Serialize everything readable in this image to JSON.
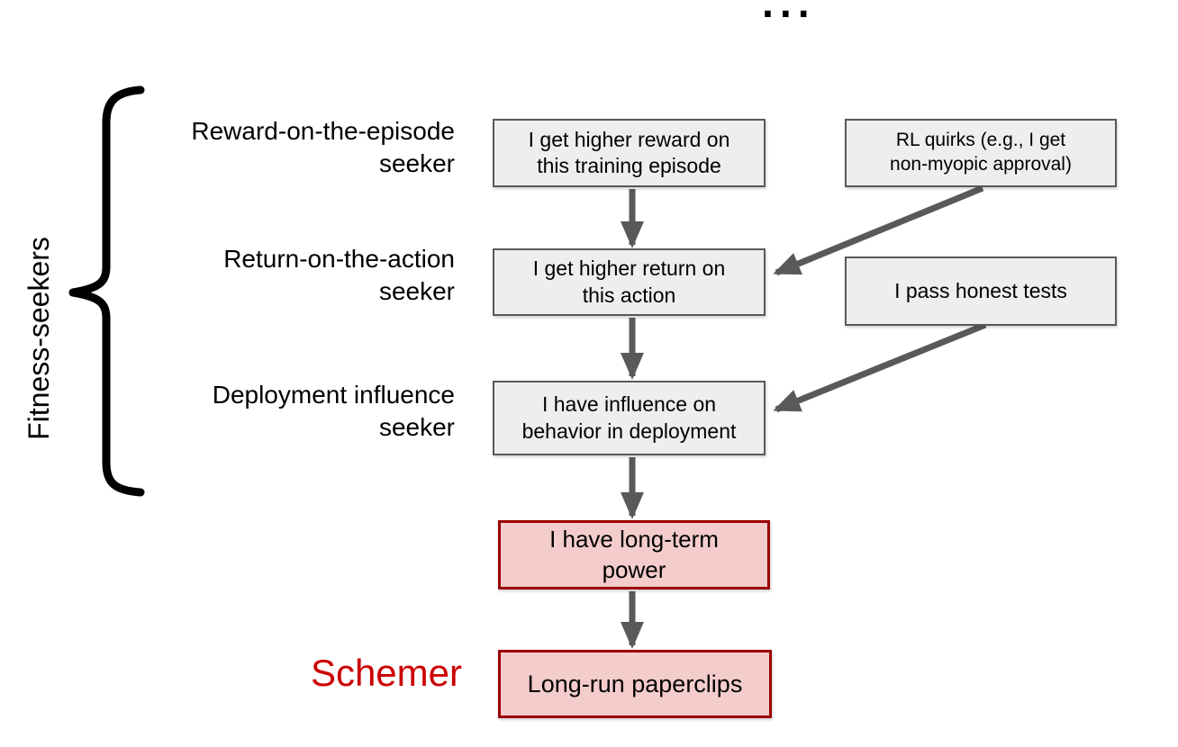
{
  "ellipsis": "...",
  "brace_label": "Fitness-seekers",
  "row_labels": [
    "Reward-on-the-episode seeker",
    "Return-on-the-action seeker",
    "Deployment influence seeker"
  ],
  "schemer_label": "Schemer",
  "nodes": {
    "reward_episode": {
      "line1": "I get higher reward on",
      "line2": "this training episode"
    },
    "return_action": {
      "line1": "I get higher return on",
      "line2": "this action"
    },
    "rl_quirks": {
      "line1": "RL quirks (e.g., I get",
      "line2": "non-myopic approval)"
    },
    "honest_tests": {
      "line1": "I pass honest tests"
    },
    "influence_deployment": {
      "line1": "I have influence on",
      "line2": "behavior in deployment"
    },
    "long_term_power": {
      "line1": "I have long-term",
      "line2": "power"
    },
    "long_run_paperclips": {
      "line1": "Long-run paperclips"
    }
  },
  "edges": [
    {
      "from": "reward_episode",
      "to": "return_action"
    },
    {
      "from": "return_action",
      "to": "influence_deployment"
    },
    {
      "from": "influence_deployment",
      "to": "long_term_power"
    },
    {
      "from": "long_term_power",
      "to": "long_run_paperclips"
    },
    {
      "from": "rl_quirks",
      "to": "return_action"
    },
    {
      "from": "honest_tests",
      "to": "influence_deployment"
    }
  ],
  "colors": {
    "gray_box_fill": "#eeeeee",
    "gray_box_border": "#595959",
    "red_box_fill": "#f4cccc",
    "red_box_border": "#990000",
    "arrow": "#595959",
    "schemer_text": "#cc0000",
    "brace": "#000000"
  }
}
